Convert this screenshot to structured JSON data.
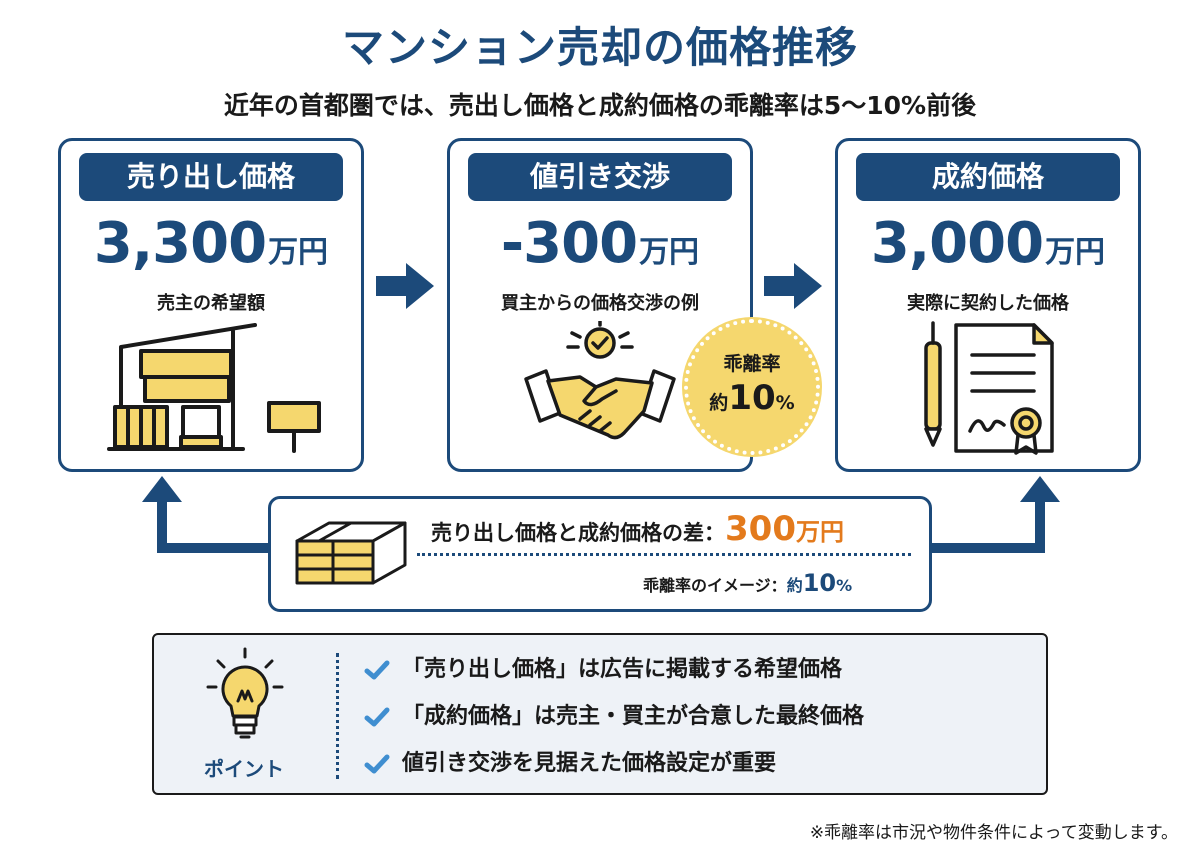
{
  "title": "マンション売却の価格推移",
  "subtitle": "近年の首都圏では、売出し価格と成約価格の乖離率は5〜10%前後",
  "cards": [
    {
      "label": "売り出し価格",
      "value": "3,300",
      "unit": "万円",
      "caption": "売主の希望額",
      "icon": "house-for-sale-icon"
    },
    {
      "label": "値引き交渉",
      "value": "-300",
      "unit": "万円",
      "caption": "買主からの価格交渉の例",
      "icon": "handshake-icon"
    },
    {
      "label": "成約価格",
      "value": "3,000",
      "unit": "万円",
      "caption": "実際に契約した価格",
      "icon": "contract-document-icon"
    }
  ],
  "seal": {
    "line1": "乖離率",
    "prefix": "約",
    "value": "10",
    "unit": "%"
  },
  "difference": {
    "label": "売り出し価格と成約価格の差：",
    "value": "300",
    "unit": "万円",
    "ratio_label": "乖離率のイメージ：",
    "ratio_prefix": "約",
    "ratio_value": "10",
    "ratio_unit": "%"
  },
  "point": {
    "label": "ポイント",
    "items": [
      "「売り出し価格」は広告に掲載する希望価格",
      "「成約価格」は売主・買主が合意した最終価格",
      "値引き交渉を見据えた価格設定が重要"
    ]
  },
  "footnote": "※乖離率は市況や物件条件によって変動します。",
  "colors": {
    "primary": "#1c4a7a",
    "accent": "#e37a1c",
    "yellow": "#f5d76e",
    "check": "#3f8ed0"
  }
}
